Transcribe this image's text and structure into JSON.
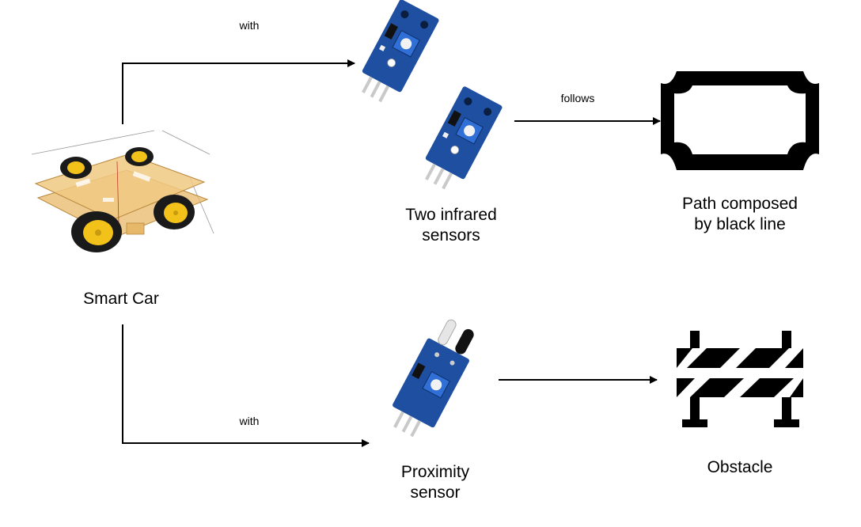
{
  "nodes": {
    "smart_car": {
      "label": "Smart Car",
      "image": "smart-car-chassis-image"
    },
    "infrared": {
      "label_line1": "Two infrared",
      "label_line2": "sensors",
      "image": "infrared-sensor-module-image"
    },
    "path": {
      "label_line1": "Path composed",
      "label_line2": "by black line",
      "icon": "black-line-frame-icon"
    },
    "proximity": {
      "label_line1": "Proximity",
      "label_line2": "sensor",
      "image": "proximity-sensor-module-image"
    },
    "obstacle": {
      "label": "Obstacle",
      "icon": "road-barrier-icon"
    }
  },
  "edges": {
    "car_to_infrared": "with",
    "infrared_to_path": "follows",
    "car_to_proximity": "with"
  },
  "colors": {
    "arrow": "#000000",
    "pcb_blue": "#1e4fa0",
    "potentiometer_blue": "#2f6fd6",
    "chassis_acrylic": "#e8b86a",
    "wheel_yellow": "#f3c21a",
    "tire_black": "#1a1a1a"
  }
}
